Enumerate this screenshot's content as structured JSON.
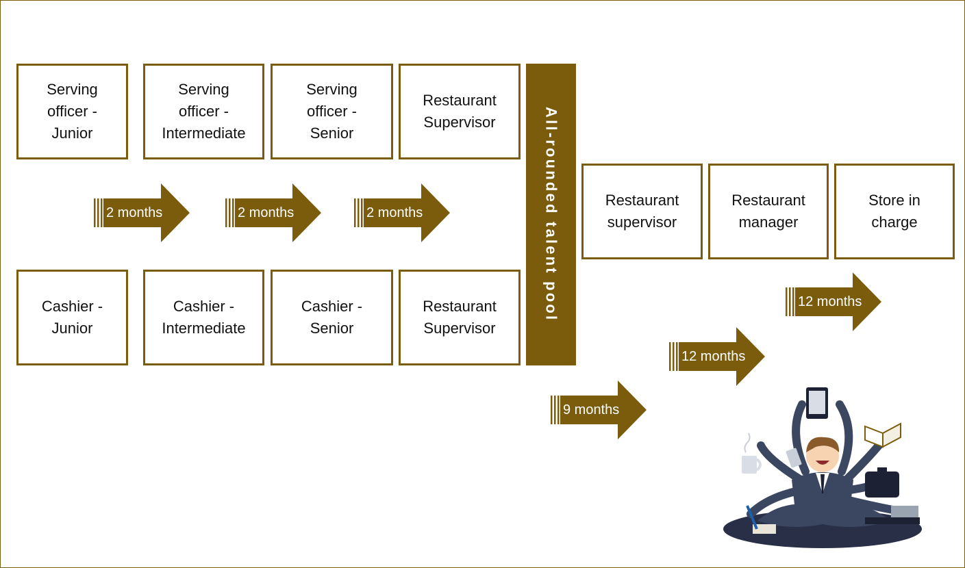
{
  "colors": {
    "brand_brown": "#7a5c0c",
    "box_border": "#7a5c0c",
    "text": "#111111"
  },
  "top_row": [
    {
      "label": "Serving\nofficer -\nJunior"
    },
    {
      "label": "Serving\nofficer -\nIntermediate"
    },
    {
      "label": "Serving\nofficer -\nSenior"
    },
    {
      "label": "Restaurant\nSupervisor"
    }
  ],
  "bottom_row": [
    {
      "label": "Cashier -\nJunior"
    },
    {
      "label": "Cashier -\nIntermediate"
    },
    {
      "label": "Cashier -\nSenior"
    },
    {
      "label": "Restaurant\nSupervisor"
    }
  ],
  "talent_pool": {
    "label": "All-rounded talent pool"
  },
  "career_path": [
    {
      "label": "Restaurant\nsupervisor"
    },
    {
      "label": "Restaurant\nmanager"
    },
    {
      "label": "Store in\ncharge"
    }
  ],
  "arrows": {
    "a1": "2 months",
    "a2": "2 months",
    "a3": "2 months",
    "a4": "9 months",
    "a5": "12 months",
    "a6": "12 months"
  },
  "illustration": {
    "icon": "multitasking-businessman-icon"
  }
}
